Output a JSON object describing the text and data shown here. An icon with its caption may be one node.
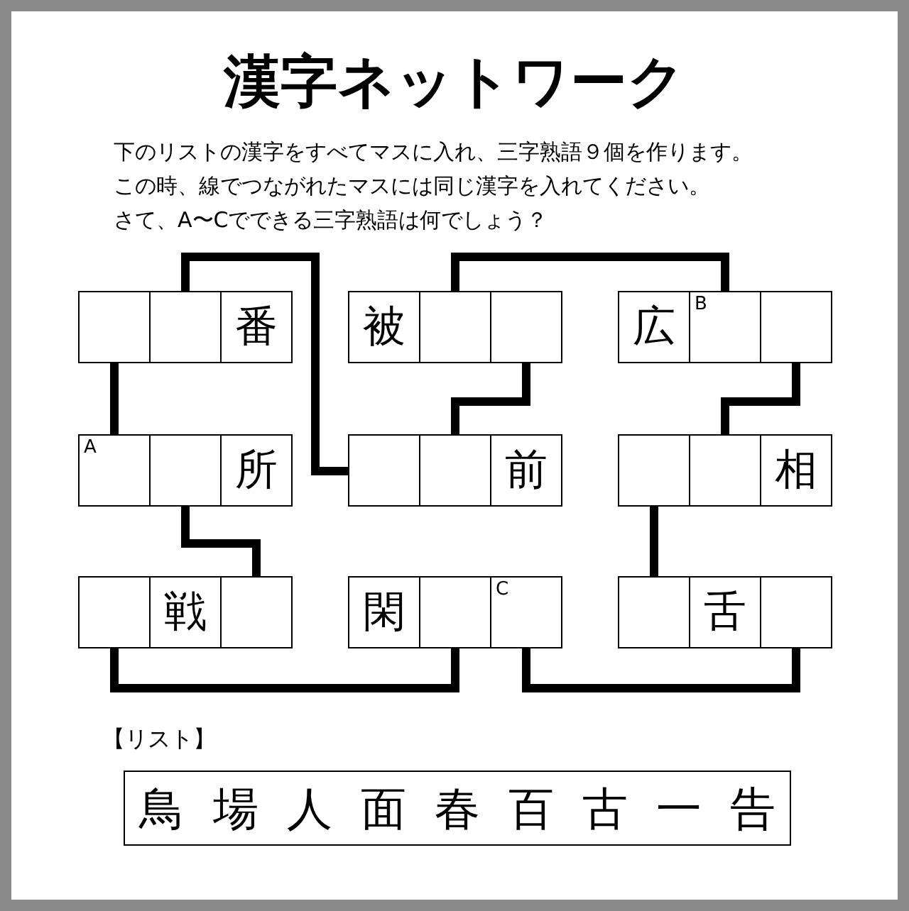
{
  "diagram": {
    "title": "漢字ネットワーク",
    "nodes": [
      {
        "text": [],
        "shape": "box"
      },
      {
        "text": [],
        "shape": "box"
      },
      {
        "text": [
          "番"
        ]
      },
      {
        "text": [
          "被"
        ]
      },
      {
        "text": [],
        "shape": "box"
      },
      {
        "text": [],
        "shape": "box"
      },
      {
        "text": [
          "広"
        ]
      },
      {
        "text": [
          "B"
        ]
      },
      {
        "text": [],
        "shape": "box"
      },
      {
        "text": [
          "A"
        ]
      },
      {
        "text": [],
        "shape": "box"
      },
      {
        "text": [
          "所"
        ]
      },
      {
        "text": [],
        "shape": "box"
      },
      {
        "text": [],
        "shape": "box"
      },
      {
        "text": [
          "前"
        ]
      },
      {
        "text": [],
        "shape": "box"
      },
      {
        "text": [],
        "shape": "box"
      },
      {
        "text": [
          "相"
        ]
      },
      {
        "text": [],
        "shape": "box"
      },
      {
        "text": [
          "戦"
        ]
      },
      {
        "text": [],
        "shape": "box"
      },
      {
        "text": [
          "閑"
        ]
      },
      {
        "text": [],
        "shape": "box"
      },
      {
        "text": [
          "C"
        ]
      },
      {
        "text": [],
        "shape": "box"
      },
      {
        "text": [
          "舌"
        ]
      },
      {
        "text": [],
        "shape": "box"
      },
      {
        "text": [
          "鳥場人面春百古一告"
        ]
      }
    ],
    "edges": [
      {
        "from": 1,
        "to": 12,
        "arrow": "none"
      },
      {
        "from": 4,
        "to": 7,
        "arrow": "none"
      },
      {
        "from": 0,
        "to": 9,
        "arrow": "none"
      },
      {
        "from": 5,
        "to": 13,
        "arrow": "none"
      },
      {
        "from": 8,
        "to": 16,
        "arrow": "none"
      },
      {
        "from": 10,
        "to": 20,
        "arrow": "none"
      },
      {
        "from": 15,
        "to": 24,
        "arrow": "none"
      },
      {
        "from": 18,
        "to": 22,
        "arrow": "none"
      },
      {
        "from": 23,
        "to": 26,
        "arrow": "none"
      }
    ],
    "labels": [
      "下のリストの漢字をすべてマスに入れ、三字熟語９個を作ります。",
      "この時、線でつながれたマスには同じ漢字を入れてください。",
      "さて、A〜Cでできる三字熟語は何でしょう？",
      "【リスト】"
    ]
  }
}
